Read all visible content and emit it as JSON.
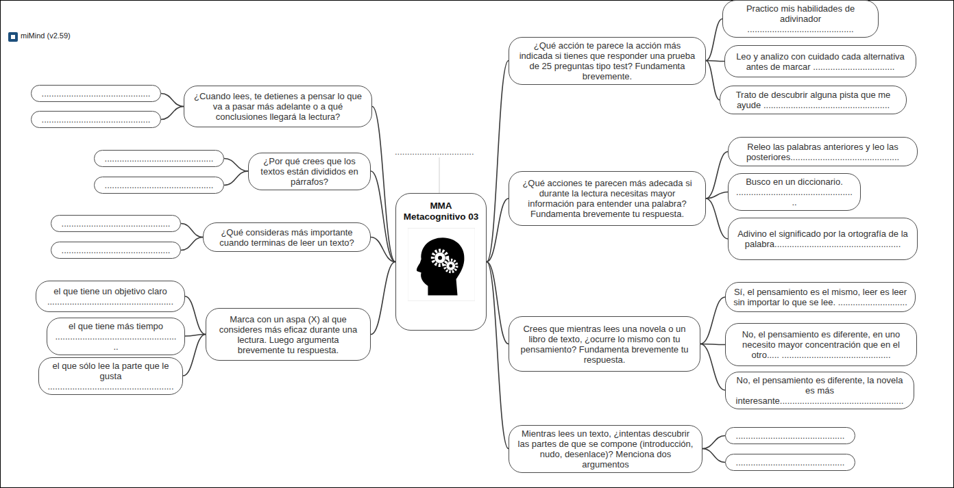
{
  "diagram": {
    "nodes": [
      {
        "text": [
          "MMA Metacognitivo 03"
        ]
      },
      {
        "text": [
          "¿Qué acción te parece la acción más indicada si tienes que responder una prueba de 25 preguntas tipo test? Fundamenta brevemente."
        ]
      },
      {
        "text": [
          "Practico mis habilidades de adivinador ..........................................."
        ]
      },
      {
        "text": [
          "Leo y analizo con cuidado cada alternativa antes de marcar ................................."
        ]
      },
      {
        "text": [
          "Trato de descubrir alguna pista que me ayude ..................................................."
        ]
      },
      {
        "text": [
          "¿Qué acciones te parecen más adecada si durante la lectura necesitas mayor información para entender una palabra? Fundamenta brevemente tu respuesta."
        ]
      },
      {
        "text": [
          "Releo las palabras anteriores y leo las posteriores............................................"
        ]
      },
      {
        "text": [
          "Busco en un diccionario. ................................................."
        ]
      },
      {
        "text": [
          "Adivino el significado por la ortografía de la palabra..................................................."
        ]
      },
      {
        "text": [
          "Crees que mientras lees una novela o un libro de texto, ¿ocurre lo mismo con tu pensamiento? Fundamenta brevemente tu respuesta."
        ]
      },
      {
        "text": [
          "Sí, el pensamiento es el mismo, leer es leer sin importar lo que se lee. ............................"
        ]
      },
      {
        "text": [
          "No, el pensamiento es diferente, en uno necesito mayor concentración que en el otro..... ............................................"
        ]
      },
      {
        "text": [
          "No, el pensamiento es diferente, la novela es más interesante.................................................."
        ]
      },
      {
        "text": [
          "Mientras lees un texto, ¿intentas descubrir las partes de que se compone (introducción, nudo, desenlace)? Menciona dos argumentos"
        ]
      },
      {
        "text": [
          "............................................"
        ]
      },
      {
        "text": [
          "............................................"
        ]
      },
      {
        "text": [
          "¿Cuando lees, te detienes a pensar lo que va a pasar más adelante o a qué conclusiones llegará la lectura?"
        ]
      },
      {
        "text": [
          "............................................"
        ]
      },
      {
        "text": [
          "............................................"
        ]
      },
      {
        "text": [
          "¿Por qué crees que los textos están divididos en párrafos?"
        ]
      },
      {
        "text": [
          "............................................"
        ]
      },
      {
        "text": [
          "............................................"
        ]
      },
      {
        "text": [
          "¿Qué consideras más importante cuando terminas de leer un texto?"
        ]
      },
      {
        "text": [
          "............................................"
        ]
      },
      {
        "text": [
          "............................................"
        ]
      },
      {
        "text": [
          "Marca con un aspa (X) al que consideres más eficaz durante una lectura. Luego argumenta brevemente tu respuesta."
        ]
      },
      {
        "text": [
          "el que tiene un objetivo claro ..................................................."
        ]
      },
      {
        "text": [
          "el que tiene más tiempo ..................................................."
        ]
      },
      {
        "text": [
          "el que sólo lee la parte que le gusta ..................................................."
        ]
      }
    ],
    "edges": [
      {
        "from": 0,
        "to": 1,
        "arrow": "none"
      },
      {
        "from": 1,
        "to": 2,
        "arrow": "none"
      },
      {
        "from": 1,
        "to": 3,
        "arrow": "none"
      },
      {
        "from": 1,
        "to": 4,
        "arrow": "none"
      },
      {
        "from": 0,
        "to": 5,
        "arrow": "none"
      },
      {
        "from": 5,
        "to": 6,
        "arrow": "none"
      },
      {
        "from": 5,
        "to": 7,
        "arrow": "none"
      },
      {
        "from": 5,
        "to": 8,
        "arrow": "none"
      },
      {
        "from": 0,
        "to": 9,
        "arrow": "none"
      },
      {
        "from": 9,
        "to": 10,
        "arrow": "none"
      },
      {
        "from": 9,
        "to": 11,
        "arrow": "none"
      },
      {
        "from": 9,
        "to": 12,
        "arrow": "none"
      },
      {
        "from": 0,
        "to": 13,
        "arrow": "none"
      },
      {
        "from": 13,
        "to": 14,
        "arrow": "none"
      },
      {
        "from": 13,
        "to": 15,
        "arrow": "none"
      },
      {
        "from": 0,
        "to": 16,
        "arrow": "none"
      },
      {
        "from": 16,
        "to": 17,
        "arrow": "none"
      },
      {
        "from": 16,
        "to": 18,
        "arrow": "none"
      },
      {
        "from": 0,
        "to": 19,
        "arrow": "none"
      },
      {
        "from": 19,
        "to": 20,
        "arrow": "none"
      },
      {
        "from": 19,
        "to": 21,
        "arrow": "none"
      },
      {
        "from": 0,
        "to": 22,
        "arrow": "none"
      },
      {
        "from": 22,
        "to": 23,
        "arrow": "none"
      },
      {
        "from": 22,
        "to": 24,
        "arrow": "none"
      },
      {
        "from": 0,
        "to": 25,
        "arrow": "none"
      },
      {
        "from": 25,
        "to": 26,
        "arrow": "none"
      },
      {
        "from": 25,
        "to": 27,
        "arrow": "none"
      },
      {
        "from": 25,
        "to": 28,
        "arrow": "none"
      }
    ],
    "labels": [
      "miMind (v2.59)",
      "................................"
    ]
  }
}
